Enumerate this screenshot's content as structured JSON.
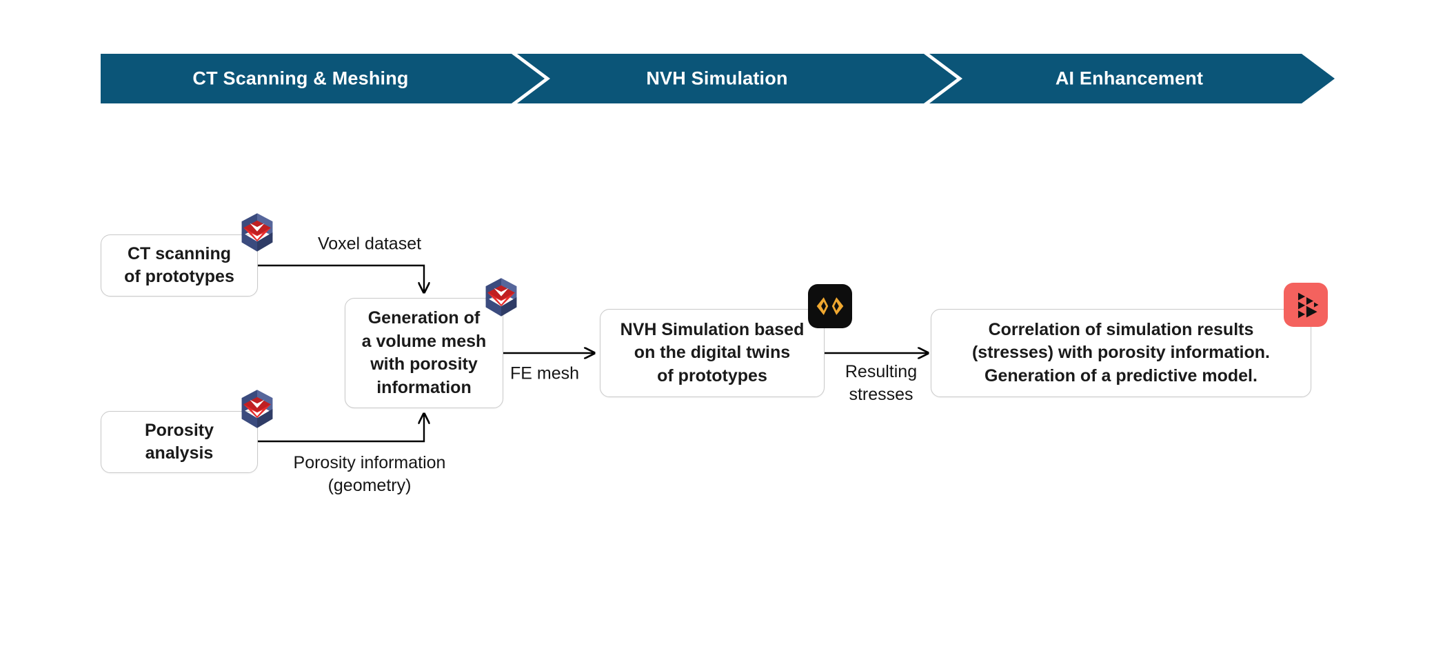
{
  "page": {
    "title": "CT Scanning, NVH Simulation and AI Enhancement workflow",
    "background": "#ffffff"
  },
  "colors": {
    "banner": "#0b5578",
    "banner_text": "#ffffff",
    "box_border": "#c9c9c9",
    "box_fill": "#ffffff",
    "text": "#1a1a1a",
    "label_text": "#151515",
    "connector": "#000000",
    "logo_navy": "#3b4b7e",
    "logo_navy_dark": "#2f3c66",
    "logo_navy_light": "#56669b",
    "logo_red": "#e52b2b",
    "logo_red_dark": "#c01f22",
    "icon_black": "#0d0d0d",
    "icon_amber": "#f0a830",
    "icon_coral": "#f4625e"
  },
  "banner": {
    "name": "process-phase-banner",
    "segments": [
      {
        "id": "phase-ct-scanning-meshing",
        "label": "CT Scanning & Meshing"
      },
      {
        "id": "phase-nvh-simulation",
        "label": "NVH Simulation"
      },
      {
        "id": "phase-ai-enhancement",
        "label": "AI Enhancement"
      }
    ]
  },
  "nodes": [
    {
      "id": "node-ct-scanning",
      "label": "CT scanning\nof prototypes"
    },
    {
      "id": "node-porosity-analysis",
      "label": "Porosity\nanalysis"
    },
    {
      "id": "node-volume-mesh",
      "label": "Generation of\na volume mesh\nwith porosity\ninformation"
    },
    {
      "id": "node-nvh-simulation",
      "label": "NVH Simulation based\non the digital twins\nof prototypes"
    },
    {
      "id": "node-correlation",
      "label": "Correlation of simulation results\n(stresses) with porosity information.\nGeneration of a predictive model."
    }
  ],
  "edges": [
    {
      "id": "edge-voxel-dataset",
      "label": "Voxel dataset",
      "from": "node-ct-scanning",
      "to": "node-volume-mesh"
    },
    {
      "id": "edge-porosity-information",
      "label": "Porosity information\n(geometry)",
      "from": "node-porosity-analysis",
      "to": "node-volume-mesh"
    },
    {
      "id": "edge-fe-mesh",
      "label": "FE mesh",
      "from": "node-volume-mesh",
      "to": "node-nvh-simulation"
    },
    {
      "id": "edge-resulting-stresses",
      "label": "Resulting\nstresses",
      "from": "node-nvh-simulation",
      "to": "node-correlation"
    }
  ],
  "logos": [
    {
      "id": "logo-volume-graphics-ct",
      "name": "volume-graphics-logo",
      "attached_to": "node-ct-scanning"
    },
    {
      "id": "logo-volume-graphics-porosity",
      "name": "volume-graphics-logo",
      "attached_to": "node-porosity-analysis"
    },
    {
      "id": "logo-volume-graphics-mesh",
      "name": "volume-graphics-logo",
      "attached_to": "node-volume-mesh"
    },
    {
      "id": "logo-simulation-tool",
      "name": "simulation-tool-icon",
      "attached_to": "node-nvh-simulation"
    },
    {
      "id": "logo-ai-tool",
      "name": "ai-tool-icon",
      "attached_to": "node-correlation"
    }
  ]
}
